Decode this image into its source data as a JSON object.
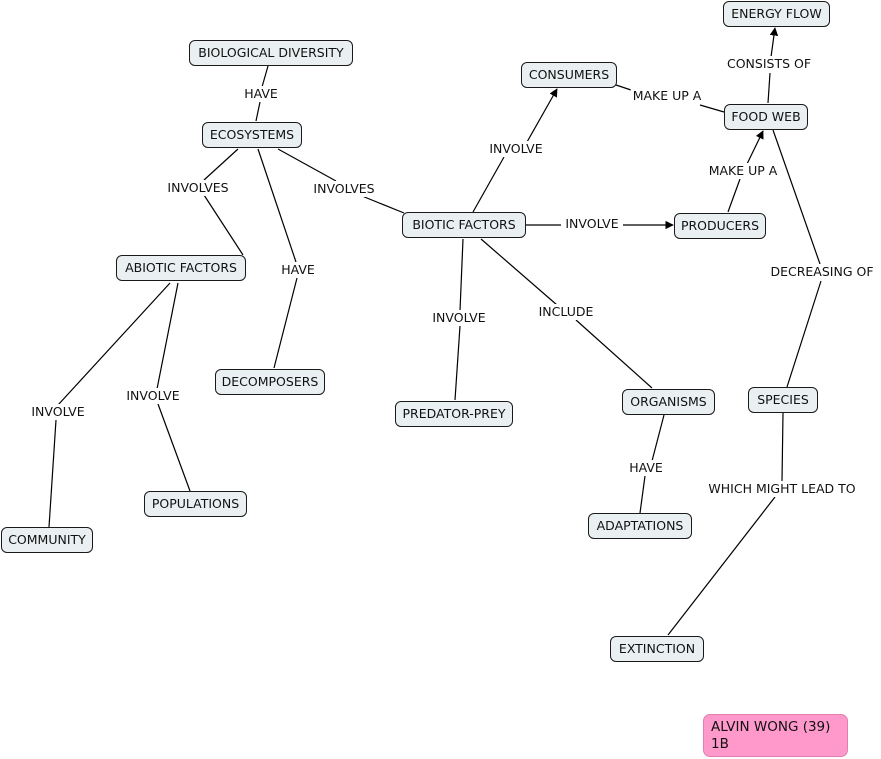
{
  "nodes": {
    "biological_diversity": "BIOLOGICAL DIVERSITY",
    "ecosystems": "ECOSYSTEMS",
    "abiotic_factors": "ABIOTIC FACTORS",
    "decomposers": "DECOMPOSERS",
    "community": "COMMUNITY",
    "populations": "POPULATIONS",
    "biotic_factors": "BIOTIC FACTORS",
    "predator_prey": "PREDATOR-PREY",
    "consumers": "CONSUMERS",
    "producers": "PRODUCERS",
    "organisms": "ORGANISMS",
    "adaptations": "ADAPTATIONS",
    "food_web": "FOOD WEB",
    "energy_flow": "ENERGY FLOW",
    "species": "SPECIES",
    "extinction": "EXTINCTION"
  },
  "links": {
    "have_biodiversity": "HAVE",
    "involves_abiotic": "INVOLVES",
    "involves_biotic": "INVOLVES",
    "have_decomposers": "HAVE",
    "involve_community": "INVOLVE",
    "involve_populations": "INVOLVE",
    "involve_consumers": "INVOLVE",
    "involve_producers": "INVOLVE",
    "involve_predator": "INVOLVE",
    "include_organisms": "INCLUDE",
    "have_adaptations": "HAVE",
    "make_up_consumers": "MAKE UP A",
    "make_up_producers": "MAKE UP A",
    "consists_of": "CONSISTS OF",
    "decreasing_of": "DECREASING OF",
    "which_might_lead_to": "WHICH MIGHT LEAD TO"
  },
  "author": {
    "line1": "ALVIN WONG (39)",
    "line2": "1B"
  },
  "colors": {
    "node_fill": "#eaf0f2",
    "node_border": "#1a1a1a",
    "author_fill": "#ff99cc"
  }
}
